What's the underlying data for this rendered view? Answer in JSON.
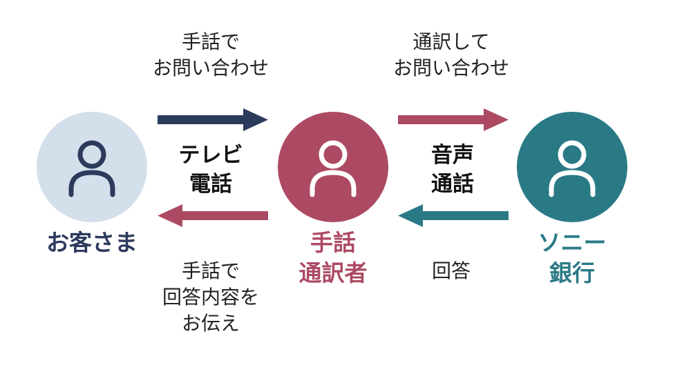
{
  "nodes": {
    "customer": {
      "label_lines": [
        "お客さま"
      ],
      "color": "#2c3a5c",
      "fill": "#d3dfeb",
      "icon": "person-icon"
    },
    "interpreter": {
      "label_lines": [
        "手話",
        "通訳者"
      ],
      "color": "#ad4a63",
      "fill": "#ad4a63",
      "icon": "person-icon"
    },
    "bank": {
      "label_lines": [
        "ソニー",
        "銀行"
      ],
      "color": "#2a7a86",
      "fill": "#2a7a86",
      "icon": "person-icon"
    }
  },
  "channels": {
    "left": [
      "テレビ",
      "電話"
    ],
    "right": [
      "音声",
      "通話"
    ]
  },
  "flows": {
    "customer_to_interpreter": [
      "手話で",
      "お問い合わせ"
    ],
    "interpreter_to_bank": [
      "通訳して",
      "お問い合わせ"
    ],
    "interpreter_to_customer": [
      "手話で",
      "回答内容を",
      "お伝え"
    ],
    "bank_to_interpreter": [
      "回答"
    ]
  },
  "colors": {
    "navy": "#2c3a5c",
    "crimson": "#ad4a63",
    "teal": "#2a7a86",
    "light_blue": "#d3dfeb"
  }
}
